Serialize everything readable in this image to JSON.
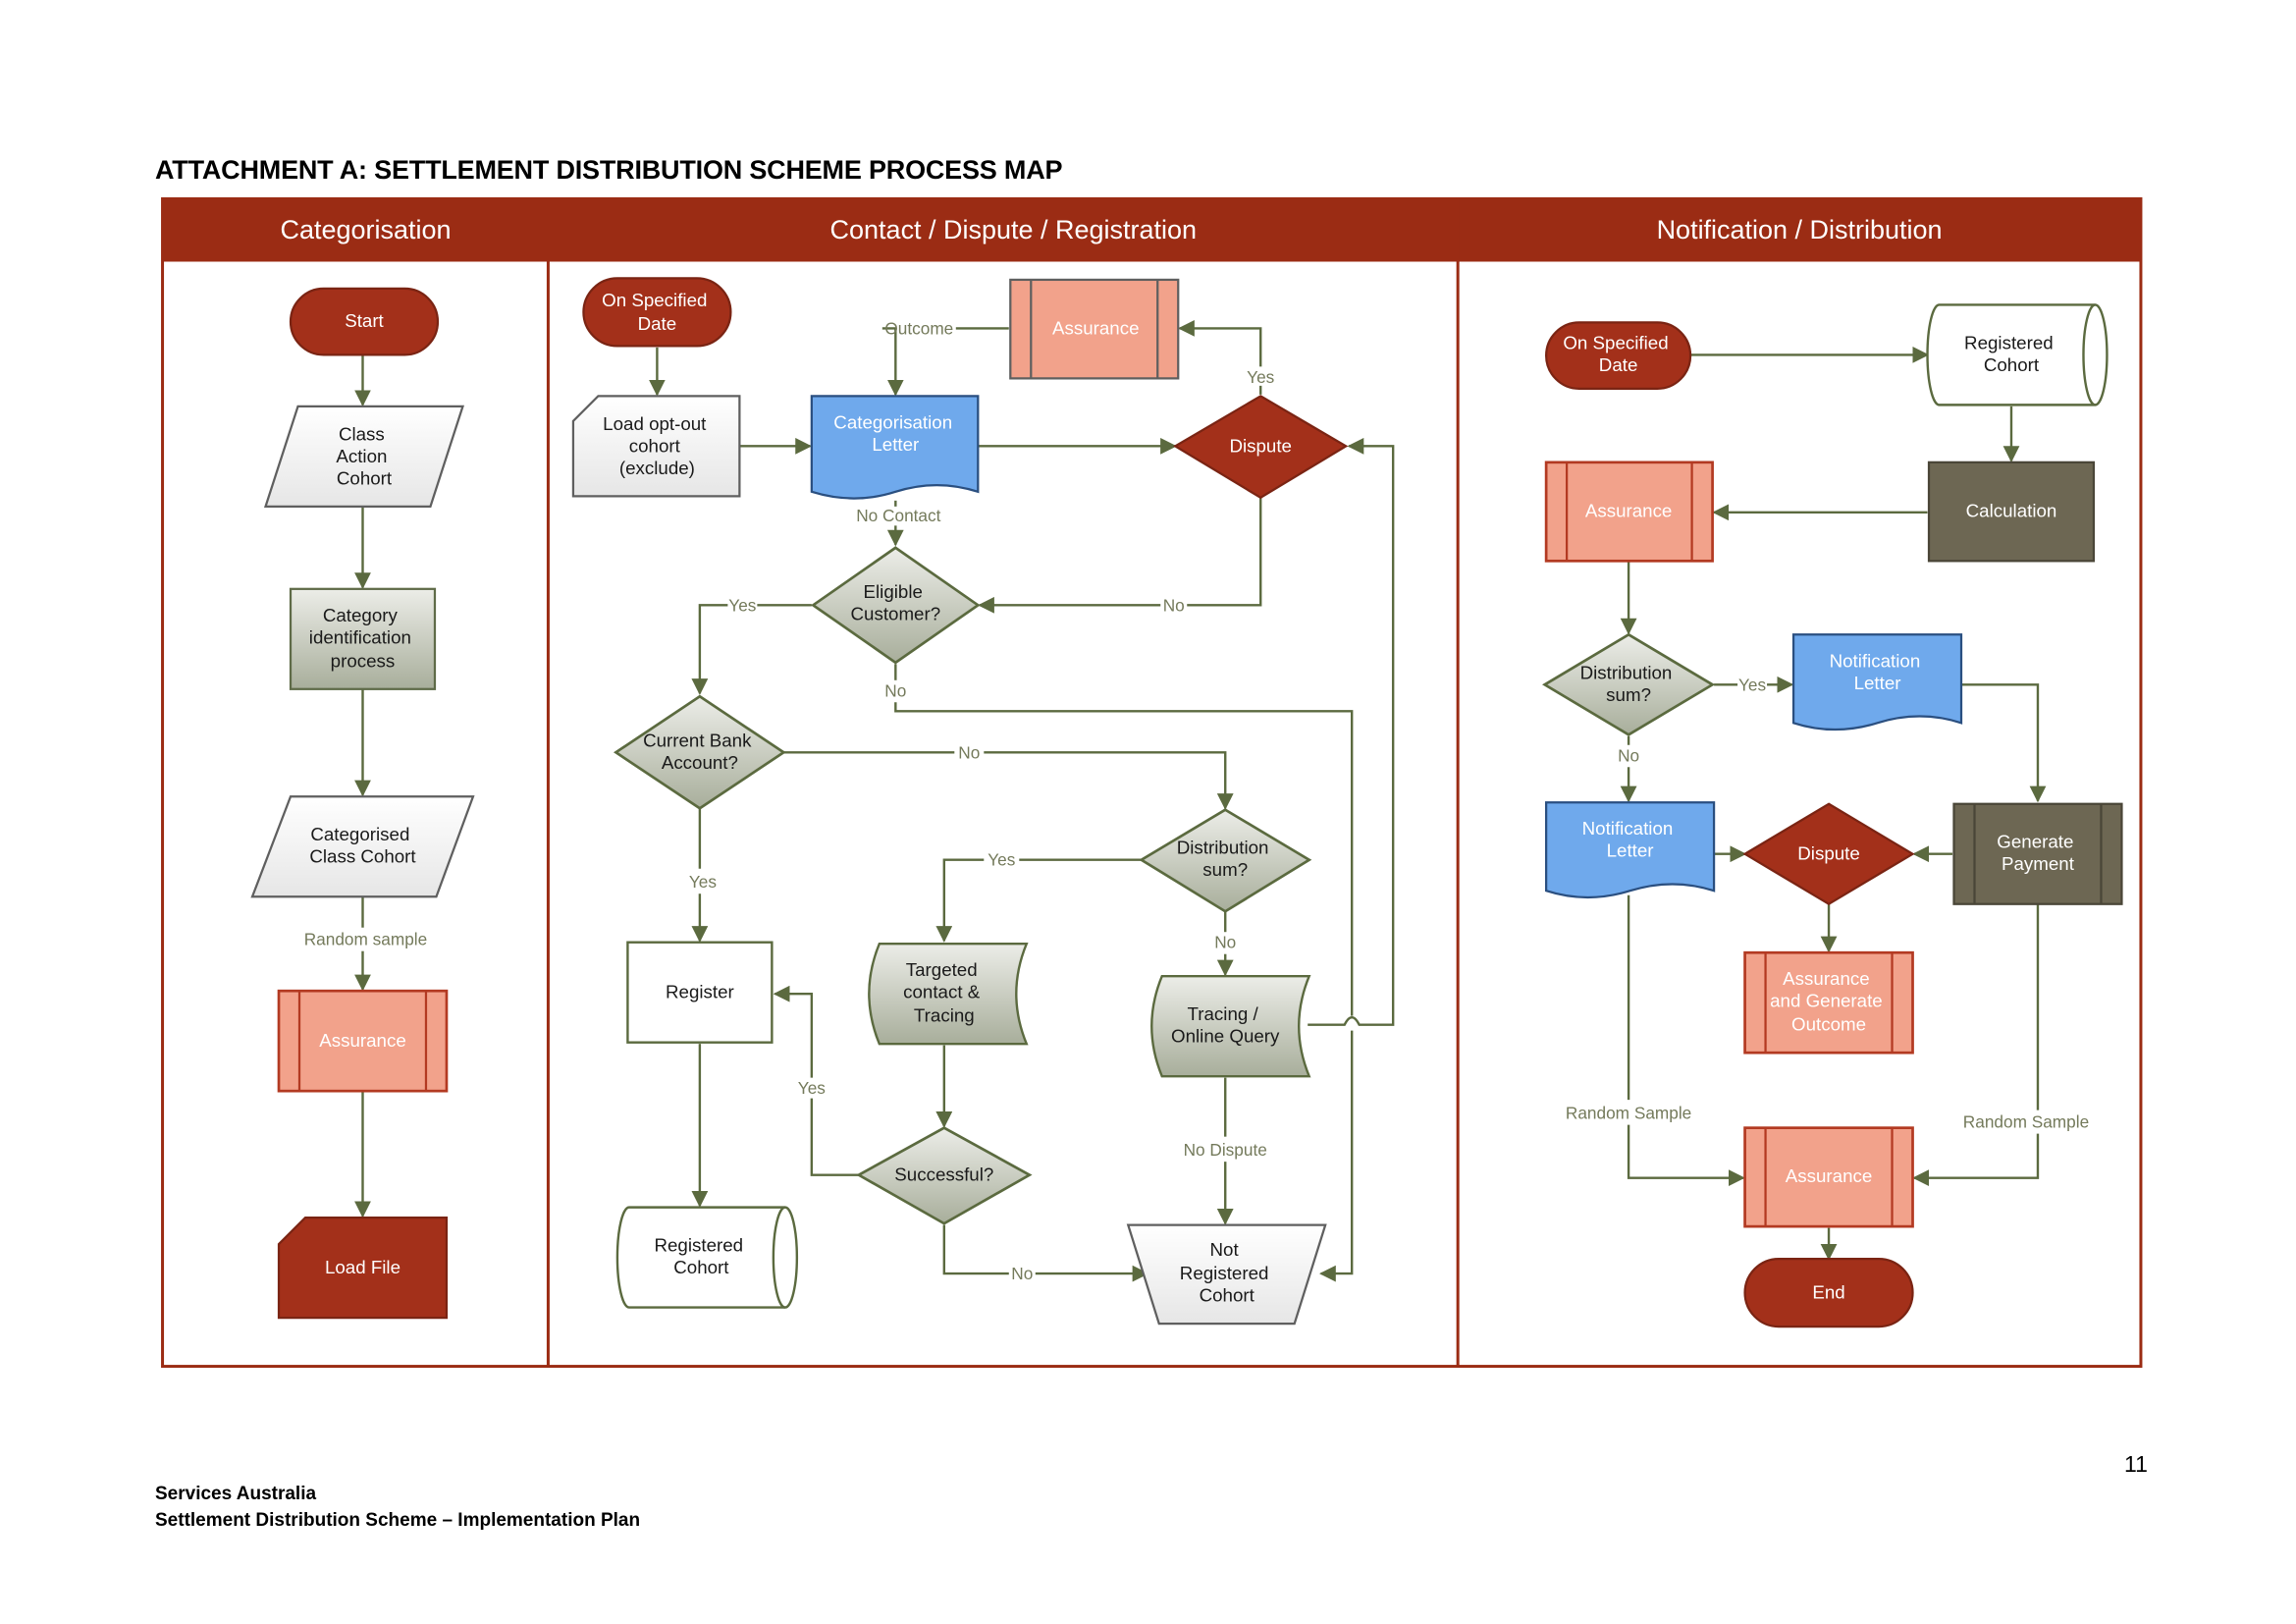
{
  "header": {
    "title": "ATTACHMENT A: SETTLEMENT DISTRIBUTION SCHEME PROCESS MAP"
  },
  "lanes": {
    "categorisation": "Categorisation",
    "contact": "Contact / Dispute / Registration",
    "notification": "Notification / Distribution"
  },
  "nodes": {
    "start": "Start",
    "class_action_cohort": [
      "Class",
      "Action",
      "Cohort"
    ],
    "category_identification": [
      "Category",
      "identification",
      "process"
    ],
    "categorised_class_cohort": [
      "Categorised",
      "Class Cohort"
    ],
    "assurance_cat": "Assurance",
    "load_file": "Load File",
    "on_specified_date_1": [
      "On Specified",
      "Date"
    ],
    "load_opt_out": [
      "Load opt-out",
      "cohort",
      "(exclude)"
    ],
    "categorisation_letter": [
      "Categorisation",
      "Letter"
    ],
    "assurance_top": "Assurance",
    "dispute_top": "Dispute",
    "eligible_customer": [
      "Eligible",
      "Customer?"
    ],
    "current_bank_account": [
      "Current Bank",
      "Account?"
    ],
    "distribution_sum_mid": [
      "Distribution",
      "sum?"
    ],
    "register": "Register",
    "targeted_contact": [
      "Targeted",
      "contact &",
      "Tracing"
    ],
    "tracing_online": [
      "Tracing /",
      "Online Query"
    ],
    "successful": "Successful?",
    "registered_cohort_mid": [
      "Registered",
      "Cohort"
    ],
    "not_registered_cohort": [
      "Not",
      "Registered",
      "Cohort"
    ],
    "on_specified_date_2": [
      "On Specified",
      "Date"
    ],
    "registered_cohort_right": [
      "Registered",
      "Cohort"
    ],
    "calculation": "Calculation",
    "assurance_right_top": "Assurance",
    "distribution_sum_right": [
      "Distribution",
      "sum?"
    ],
    "notification_letter_1": [
      "Notification",
      "Letter"
    ],
    "notification_letter_2": [
      "Notification",
      "Letter"
    ],
    "dispute_right": "Dispute",
    "generate_payment": [
      "Generate",
      "Payment"
    ],
    "assurance_generate_outcome": [
      "Assurance",
      "and Generate",
      "Outcome"
    ],
    "assurance_right_bottom": "Assurance",
    "end": "End"
  },
  "edge_labels": {
    "random_sample_cat": "Random sample",
    "outcome": "Outcome",
    "yes_dispute": "Yes",
    "no_contact": "No Contact",
    "no_dispute_to_eligible": "No",
    "yes_eligible": "Yes",
    "no_eligible": "No",
    "no_bank": "No",
    "yes_bank": "Yes",
    "yes_distribution_mid": "Yes",
    "no_distribution_mid": "No",
    "yes_successful": "Yes",
    "no_successful": "No",
    "no_dispute_tracing": "No Dispute",
    "yes_distribution_right": "Yes",
    "no_distribution_right": "No",
    "random_sample_left": "Random Sample",
    "random_sample_right": "Random Sample"
  },
  "footer": {
    "organisation": "Services Australia",
    "document": "Settlement Distribution Scheme – Implementation Plan",
    "page_number": "11"
  },
  "colors": {
    "lane_header": "#9b2c14",
    "dark_red": "#a3301a",
    "salmon": "#f2a28b",
    "blue": "#6fa9ec",
    "olive_dark": "#6d6753",
    "connector": "#5b6a3f",
    "edge_label": "#747a5b"
  }
}
